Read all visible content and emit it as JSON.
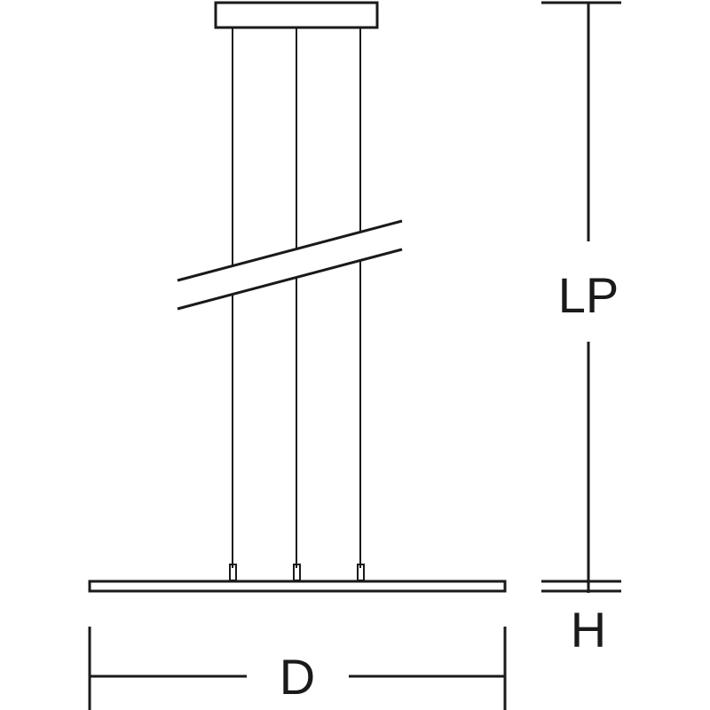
{
  "drawing": {
    "labels": {
      "lp": "LP",
      "h": "H",
      "d": "D"
    },
    "line_color": "#1a1a1a",
    "background_color": "#ffffff"
  }
}
